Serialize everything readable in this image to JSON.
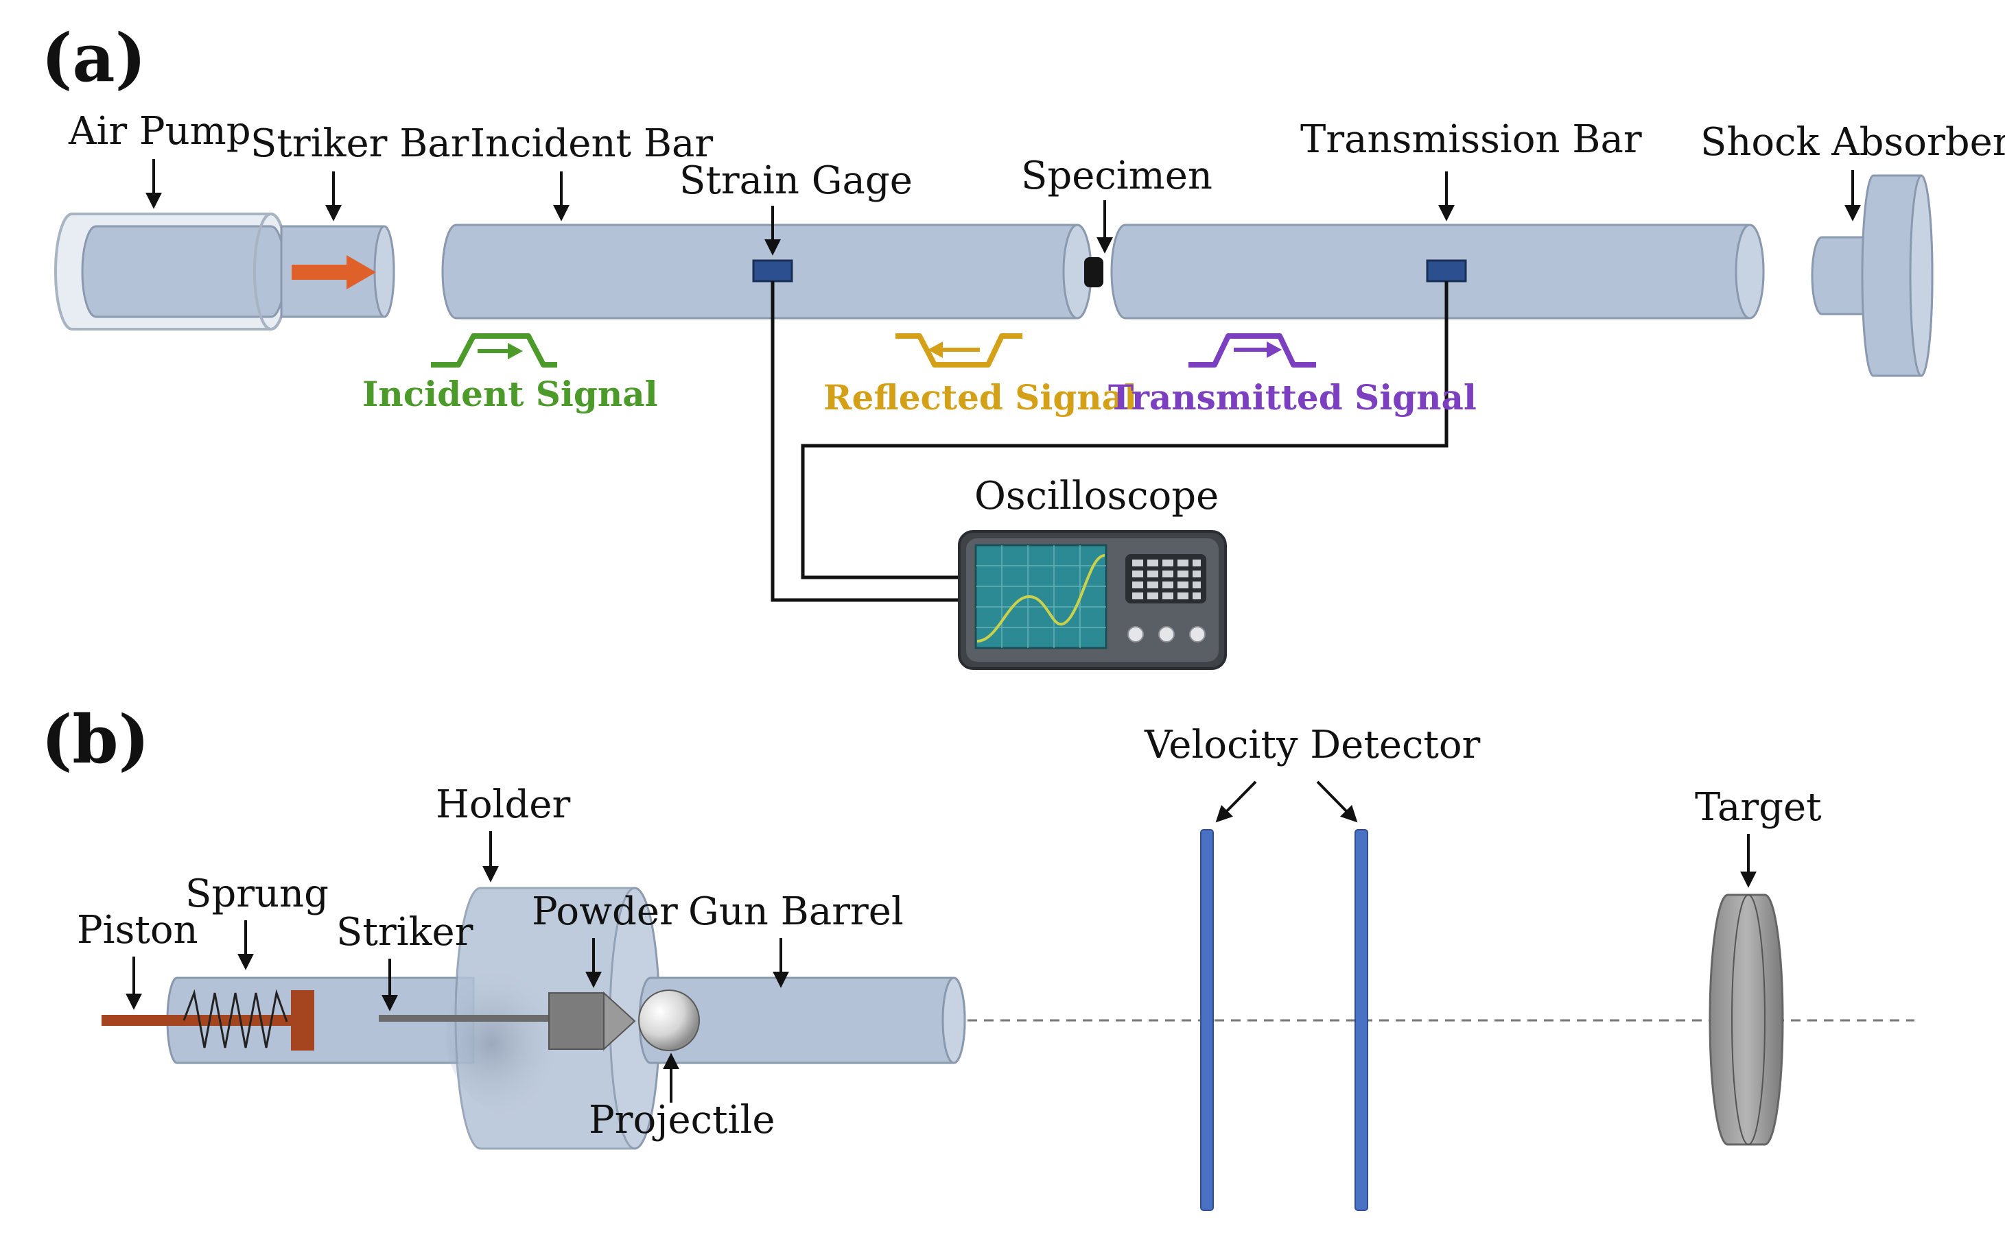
{
  "panel_a": {
    "label": "(a)",
    "components": {
      "air_pump": "Air Pump",
      "striker_bar": "Striker Bar",
      "incident_bar": "Incident Bar",
      "strain_gage": "Strain Gage",
      "specimen": "Specimen",
      "transmission_bar": "Transmission Bar",
      "shock_absorber": "Shock Absorber",
      "oscilloscope": "Oscilloscope"
    },
    "signals": {
      "incident": "Incident Signal",
      "reflected": "Reflected Signal",
      "transmitted": "Transmitted Signal"
    }
  },
  "panel_b": {
    "label": "(b)",
    "components": {
      "piston": "Piston",
      "sprung": "Sprung",
      "striker": "Striker",
      "holder": "Holder",
      "powder": "Powder",
      "gun_barrel": "Gun Barrel",
      "projectile": "Projectile",
      "velocity_detector": "Velocity Detector",
      "target": "Target"
    }
  },
  "colors": {
    "bar_fill": "#b3c2d6",
    "bar_stroke": "#7f8fa6",
    "gauge": "#2c4f8f",
    "striker_arrow": "#e0602a",
    "incident_signal": "#4c9a2a",
    "reflected_signal": "#d4a017",
    "transmitted_signal": "#7b3fc0",
    "piston": "#a5451f",
    "detector": "#4a72c4",
    "screen": "#2b8a93",
    "wave": "#c9d24a"
  }
}
